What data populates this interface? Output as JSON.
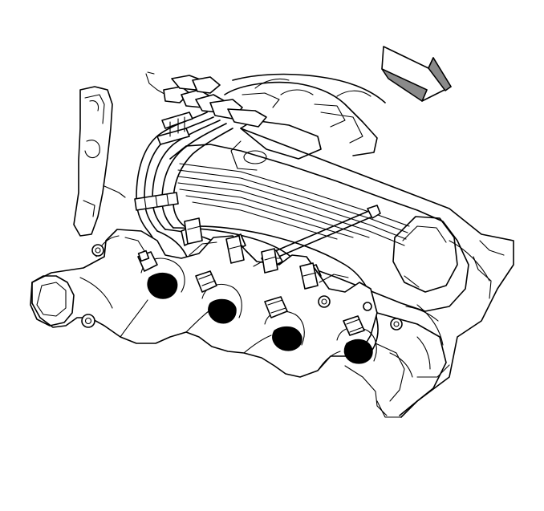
{
  "figure": {
    "kind": "line-art technical illustration",
    "subject_parts": [
      "exhaust-manifold",
      "spark-plug-wires",
      "spark-plug-boots",
      "valve-cover",
      "wire-loom",
      "wire-support-bracket",
      "direction-arrow"
    ]
  },
  "colors": {
    "line": "#000000",
    "background": "#ffffff",
    "arrow_shade": "#8a8a8a"
  }
}
